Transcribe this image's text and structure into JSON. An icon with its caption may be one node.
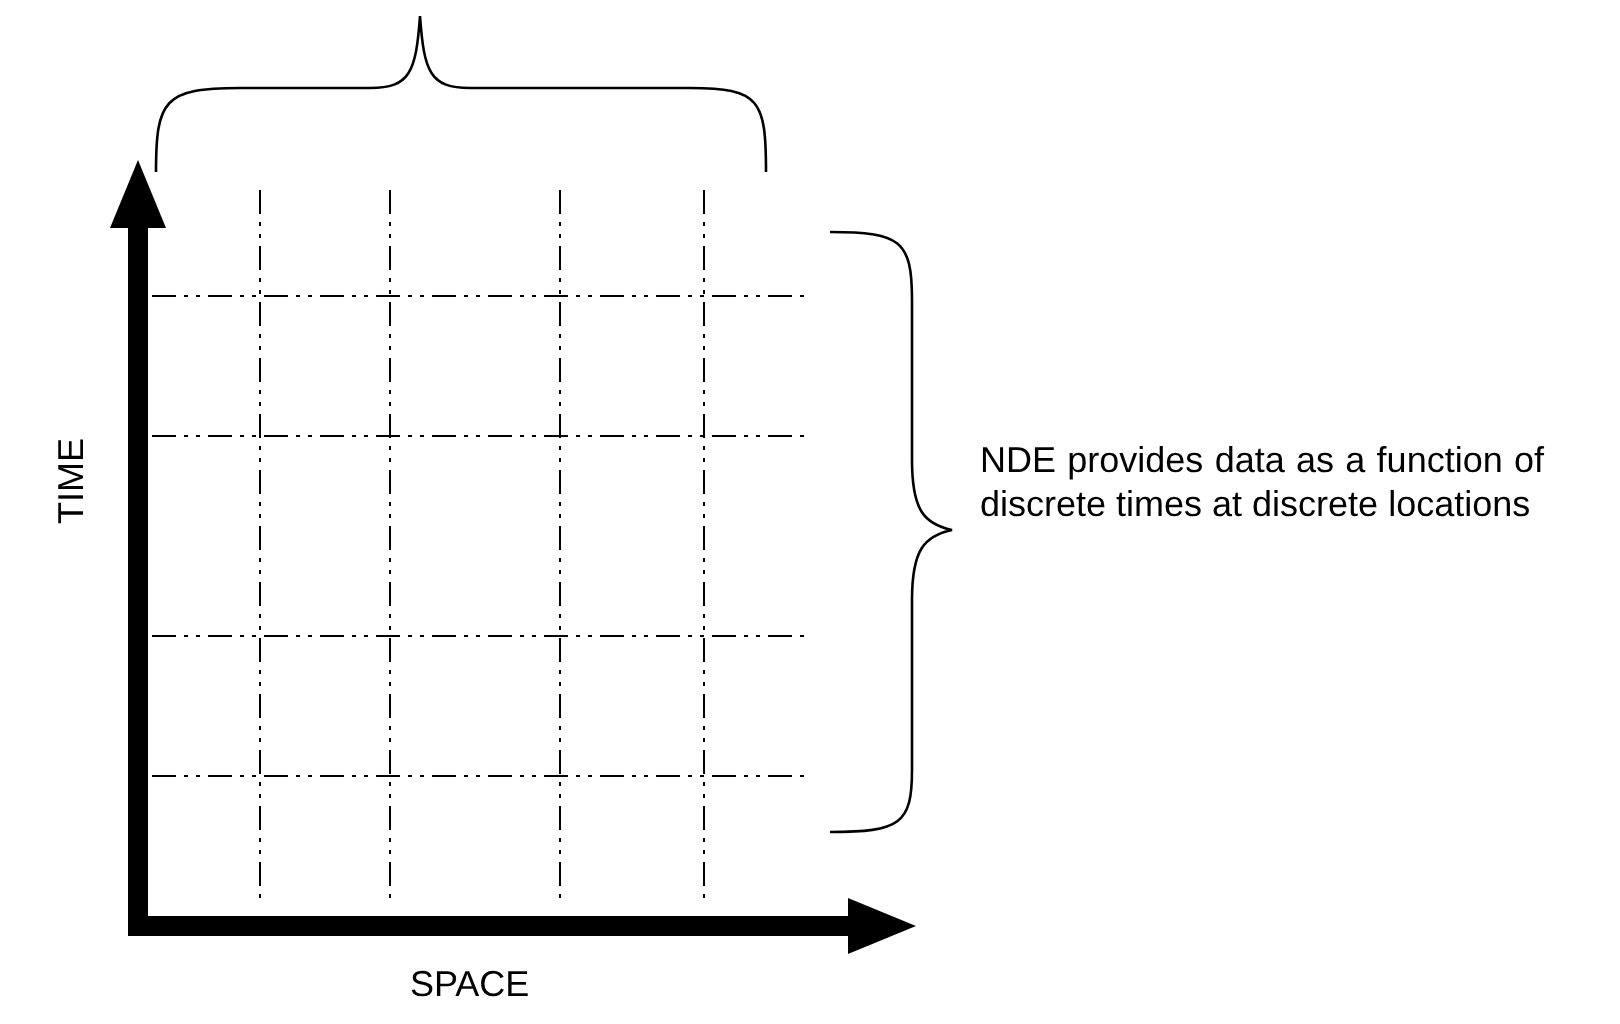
{
  "diagram": {
    "labels": [
      "TIME",
      "SPACE",
      "NDE provides data as a function of discrete times at discrete locations"
    ]
  }
}
